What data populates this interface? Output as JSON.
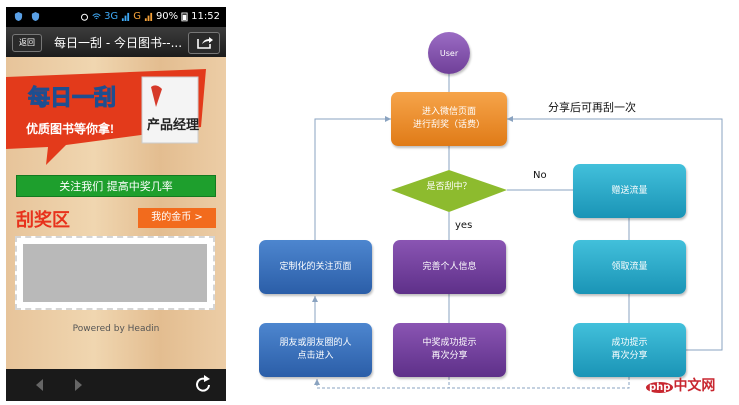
{
  "phone": {
    "status": {
      "network": "3G",
      "carrier": "G",
      "battery": "90%",
      "time": "11:52"
    },
    "nav": {
      "back_label": "返回",
      "title": "每日一刮 - 今日图书--..."
    },
    "banner": {
      "headline": "每日一刮",
      "subline": "优质图书等你拿!",
      "book_text": "产品经理"
    },
    "follow_label": "关注我们 提高中奖几率",
    "prize_area_title": "刮奖区",
    "coins_label": "我的金币 >",
    "powered_by": "Powered by Headin"
  },
  "flow": {
    "user": "User",
    "enter": [
      "进入微信页面",
      "进行刮奖（话费）"
    ],
    "decision": "是否刮中？",
    "gift": "赠送流量",
    "receive": "领取流量",
    "success_right": [
      "成功提示",
      "再次分享"
    ],
    "complete_info": "完善个人信息",
    "win_tip": [
      "中奖成功提示",
      "再次分享"
    ],
    "custom_page": "定制化的关注页面",
    "friends_click": [
      "朋友或朋友圈的人",
      "点击进入"
    ],
    "no_label": "No",
    "yes_label": "yes",
    "share_again_label": "分享后可再刮一次"
  },
  "watermark": {
    "php": "php",
    "rest": "中文网"
  },
  "colors": {
    "orange": "#e07b17",
    "teal": "#1a94b6",
    "blue": "#2b5ea8",
    "purple": "#5e3089",
    "green": "#8dbb2e",
    "line": "#8aa3c0"
  }
}
